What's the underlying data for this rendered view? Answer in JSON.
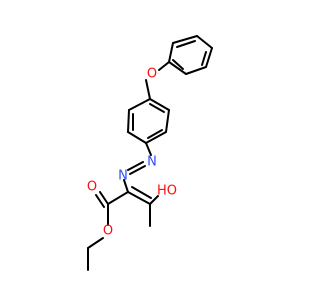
{
  "molecule": {
    "atoms": {
      "ether_oxygen": "O",
      "azo_nitrogen_upper": "N",
      "azo_nitrogen_lower": "N",
      "enol_hydroxyl": "HO",
      "ester_carbonyl_oxygen": "O",
      "ester_alkoxy_oxygen": "O"
    }
  },
  "colors": {
    "bond": "#000000",
    "oxygen": "#ff0d0d",
    "nitrogen": "#3050f8",
    "background": "#ffffff"
  }
}
